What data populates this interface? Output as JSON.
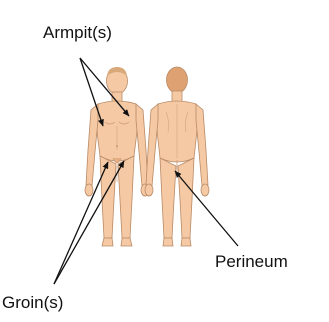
{
  "labels": {
    "armpit": "Armpit(s)",
    "perineum": "Perineum",
    "groin": "Groin(s)"
  },
  "colors": {
    "skin": "#f4c9a3",
    "skin_shade": "#e6ad82",
    "outline": "#b98a66",
    "hair": "#d9a97a",
    "arrow": "#111111",
    "text": "#111111"
  }
}
